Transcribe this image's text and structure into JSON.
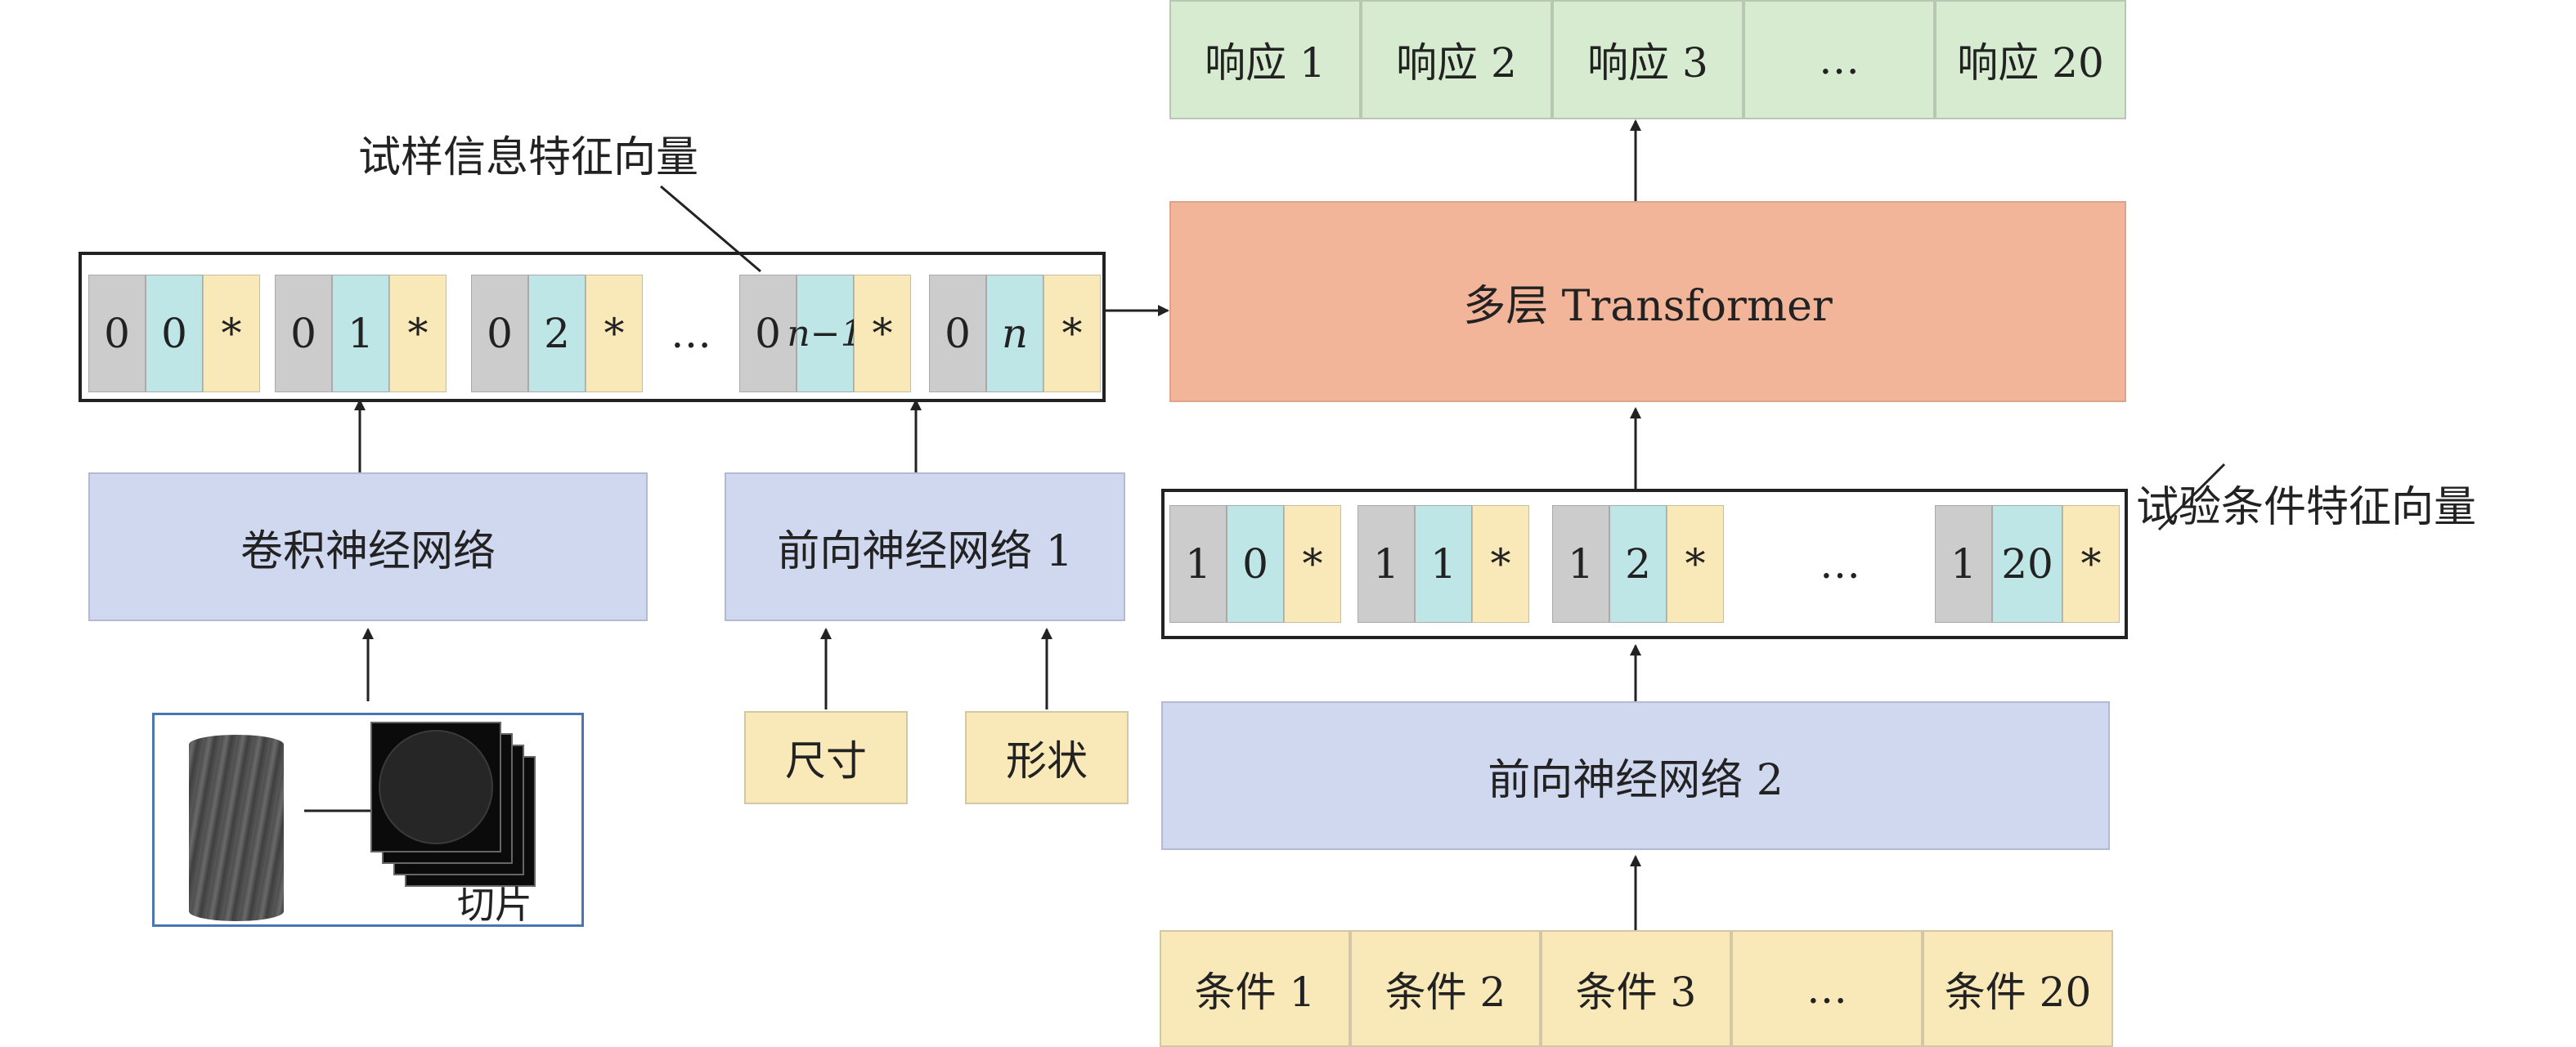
{
  "responses": [
    "响应 1",
    "响应 2",
    "响应 3",
    "…",
    "响应 20"
  ],
  "conditions": [
    "条件 1",
    "条件 2",
    "条件 3",
    "…",
    "条件 20"
  ],
  "transformer_label": "多层 Transformer",
  "cnn_label": "卷积神经网络",
  "ffn1_label": "前向神经网络 1",
  "ffn2_label": "前向神经网络 2",
  "size_label": "尺寸",
  "shape_label": "形状",
  "slice_label": "切片",
  "sample_vector_label": "试样信息特征向量",
  "condition_vector_label": "试验条件特征向量",
  "ellipsis": "…",
  "sample_tokens": [
    {
      "a": "0",
      "b": "0",
      "c": "*"
    },
    {
      "a": "0",
      "b": "1",
      "c": "*"
    },
    {
      "a": "0",
      "b": "2",
      "c": "*"
    },
    {
      "a": "0",
      "b": "n−1",
      "c": "*"
    },
    {
      "a": "0",
      "b": "n",
      "c": "*"
    }
  ],
  "condition_tokens": [
    {
      "a": "1",
      "b": "0",
      "c": "*"
    },
    {
      "a": "1",
      "b": "1",
      "c": "*"
    },
    {
      "a": "1",
      "b": "2",
      "c": "*"
    },
    {
      "a": "1",
      "b": "20",
      "c": "*"
    }
  ],
  "colors": {
    "token_grey": "#cccccc",
    "token_teal": "#bfe6e6",
    "token_yellow": "#f9e8b8",
    "network_blue": "#d0d8f0",
    "transformer_salmon": "#f2b59a",
    "response_green": "#d6ebcf"
  }
}
